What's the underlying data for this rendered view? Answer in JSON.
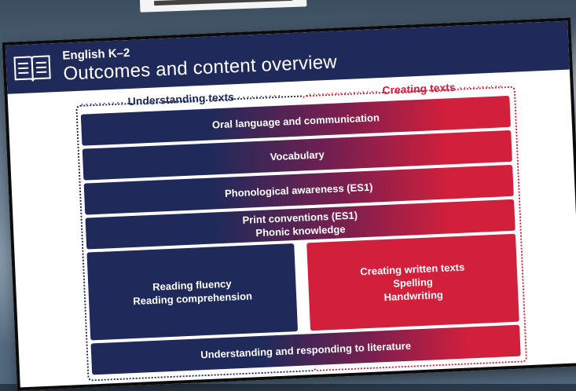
{
  "header": {
    "subtitle": "English K–2",
    "title": "Outcomes and content overview"
  },
  "regions": {
    "understanding": "Understanding texts",
    "creating": "Creating texts"
  },
  "rows": {
    "oral": "Oral language and communication",
    "vocabulary": "Vocabulary",
    "phonological": "Phonological awareness (ES1)",
    "print_line1": "Print conventions (ES1)",
    "print_line2": "Phonic knowledge",
    "reading_line1": "Reading fluency",
    "reading_line2": "Reading comprehension",
    "creating_line1": "Creating written texts",
    "creating_line2": "Spelling",
    "creating_line3": "Handwriting",
    "literature": "Understanding and responding to literature"
  },
  "colors": {
    "navy": "#1f2a5a",
    "red": "#d21f3c"
  },
  "icons": {
    "header": "book-icon"
  }
}
